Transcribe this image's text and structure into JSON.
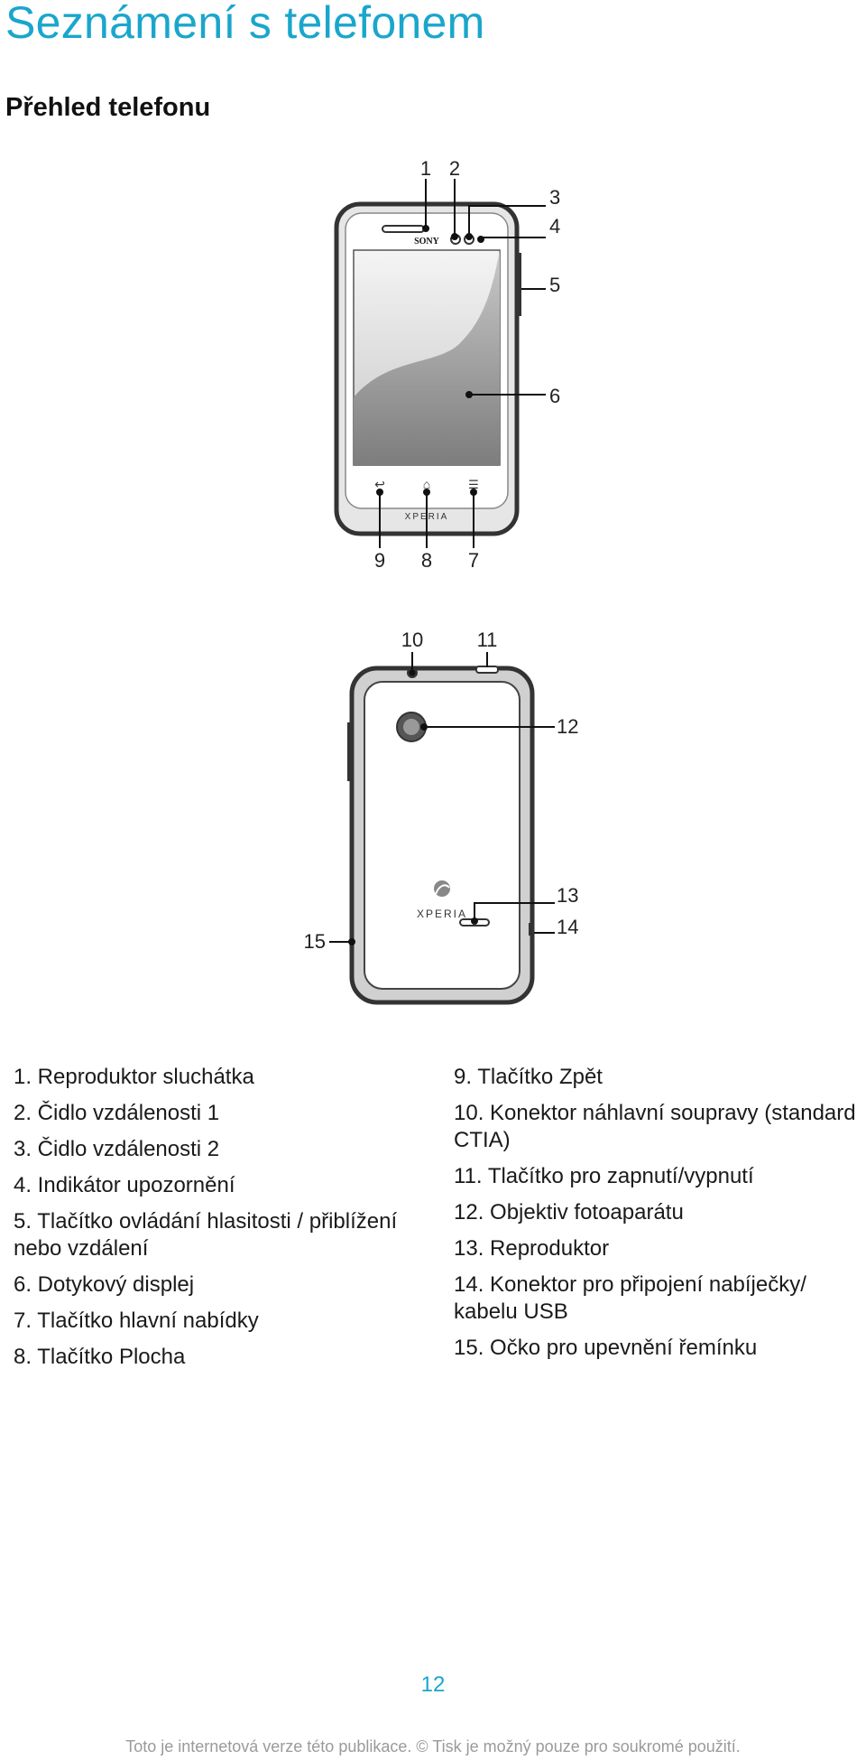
{
  "page": {
    "title": "Seznámení s telefonem",
    "subtitle": "Přehled telefonu",
    "page_number": "12",
    "footer": "Toto je internetová verze této publikace. © Tisk je možný pouze pro soukromé použití."
  },
  "front_view": {
    "brand_label": "SONY",
    "model_label": "XPERIA",
    "callouts": [
      "1",
      "2",
      "3",
      "4",
      "5",
      "6",
      "7",
      "8",
      "9"
    ]
  },
  "back_view": {
    "model_label": "XPERIA",
    "callouts": [
      "10",
      "11",
      "12",
      "13",
      "14",
      "15"
    ]
  },
  "legend": {
    "left": [
      "1. Reproduktor sluchátka",
      "2. Čidlo vzdálenosti 1",
      "3. Čidlo vzdálenosti 2",
      "4. Indikátor upozornění",
      "5. Tlačítko ovládání hlasitosti / přiblížení nebo vzdálení",
      "6. Dotykový displej",
      "7. Tlačítko hlavní nabídky",
      "8. Tlačítko Plocha"
    ],
    "right": [
      "9. Tlačítko Zpět",
      "10. Konektor náhlavní soupravy (standard CTIA)",
      "11. Tlačítko pro zapnutí/vypnutí",
      "12. Objektiv fotoaparátu",
      "13. Reproduktor",
      "14. Konektor pro připojení nabíječky/ kabelu USB",
      "15. Očko pro upevnění řemínku"
    ]
  }
}
